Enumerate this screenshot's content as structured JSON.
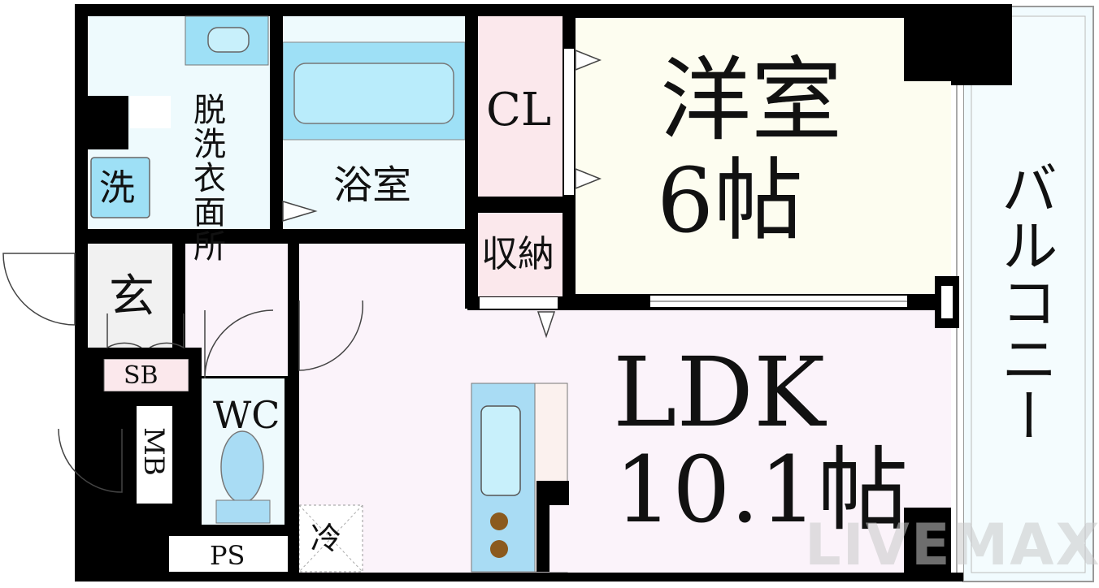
{
  "rooms": {
    "western_room": "洋室",
    "western_size": "6帖",
    "ldk": "LDK",
    "ldk_size": "10.1帖",
    "balcony": "バルコニー",
    "closet": "CL",
    "storage": "収納",
    "bathroom": "浴室",
    "washroom": "脱洗衣面所",
    "washer": "洗",
    "entrance": "玄",
    "shoe_box": "SB",
    "toilet": "WC",
    "meter_box": "MB",
    "pipe_space": "PS",
    "fridge": "冷"
  },
  "watermark": "LIVEMAX",
  "colors": {
    "wall": "#000000",
    "western_floor": "#fdfdf0",
    "ldk_floor": "#fbf3fa",
    "wet_area": "#eefafd",
    "fixture_blue": "#9ee0f6",
    "closet_floor": "#fbe8ec",
    "entrance_floor": "#f1f1f1",
    "stove_burner": "#8b5a1e"
  }
}
